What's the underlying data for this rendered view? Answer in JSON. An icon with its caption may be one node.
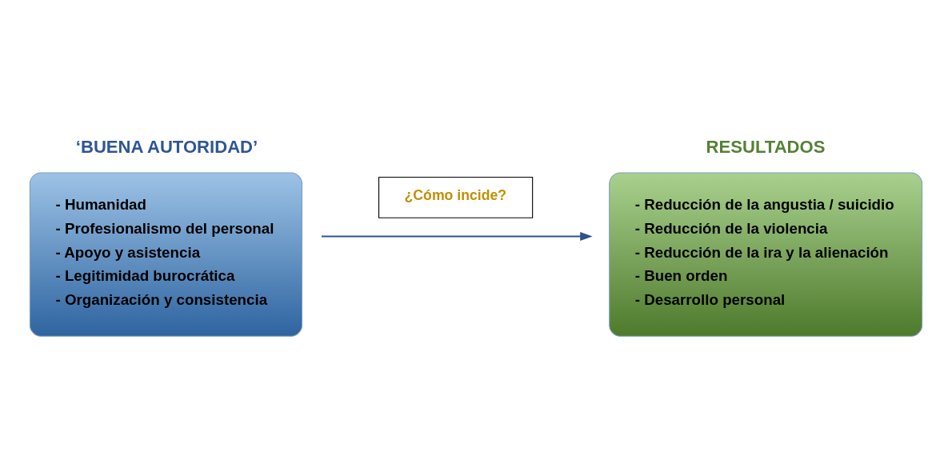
{
  "diagram": {
    "nodes": [
      {
        "text": [
          "‘BUENA AUTORIDAD’",
          "- Humanidad",
          "- Profesionalismo del personal",
          "- Apoyo y asistencia",
          "- Legitimidad burocrática",
          "- Organización y consistencia"
        ]
      },
      {
        "text": [
          "¿Cómo incide?"
        ]
      },
      {
        "text": [
          "RESULTADOS",
          "- Reducción de la angustia / suicidio",
          "- Reducción de la violencia",
          "- Reducción de la ira y la alienación",
          "- Buen orden",
          "- Desarrollo personal"
        ]
      }
    ],
    "edges": [
      {
        "from": 0,
        "to": 2,
        "arrow": "to"
      }
    ]
  }
}
